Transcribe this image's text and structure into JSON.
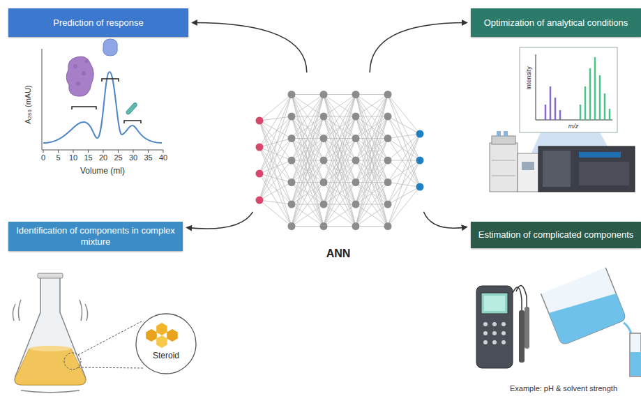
{
  "diagram": {
    "nodes": [
      {
        "text": [
          "Prediction of response"
        ]
      },
      {
        "text": [
          "Optimization of analytical conditions"
        ]
      },
      {
        "text": [
          "ANN"
        ]
      },
      {
        "text": [
          "Identification of components in complex mixture"
        ]
      },
      {
        "text": [
          "Estimation of complicated components"
        ]
      },
      {
        "text": [
          "Steroid"
        ]
      }
    ],
    "edges": [
      {
        "from": 2,
        "to": 0,
        "arrow": "to"
      },
      {
        "from": 2,
        "to": 1,
        "arrow": "to"
      },
      {
        "from": 2,
        "to": 3,
        "arrow": "to"
      },
      {
        "from": 2,
        "to": 4,
        "arrow": "to"
      }
    ],
    "labels": [
      "A₂₈₀ (mAU)",
      "0",
      "5",
      "10",
      "15",
      "20",
      "25",
      "30",
      "35",
      "40",
      "Volume (ml)",
      "Intensity",
      "m/z",
      "Example: pH & solvent strength"
    ]
  }
}
